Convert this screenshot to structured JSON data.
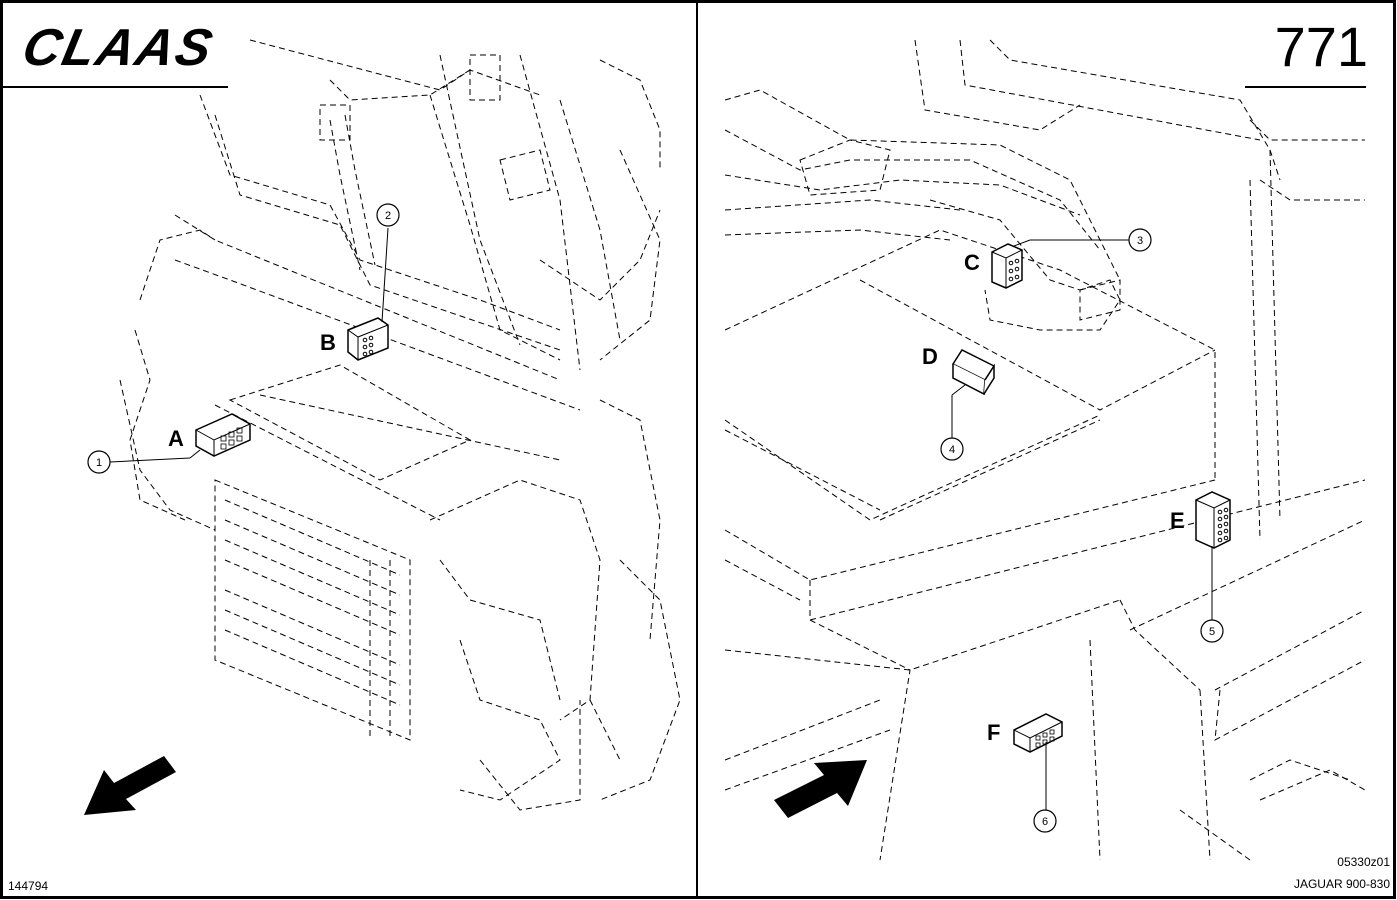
{
  "header": {
    "brand": "CLAAS",
    "page_number": "771"
  },
  "footer": {
    "left_code": "144794",
    "right_code": "05330z01",
    "model": "JAGUAR 900-830"
  },
  "left_panel": {
    "connectors": [
      {
        "letter": "A",
        "number": "1"
      },
      {
        "letter": "B",
        "number": "2"
      }
    ]
  },
  "right_panel": {
    "connectors": [
      {
        "letter": "C",
        "number": "3"
      },
      {
        "letter": "D",
        "number": "4"
      },
      {
        "letter": "E",
        "number": "5"
      },
      {
        "letter": "F",
        "number": "6"
      }
    ]
  }
}
